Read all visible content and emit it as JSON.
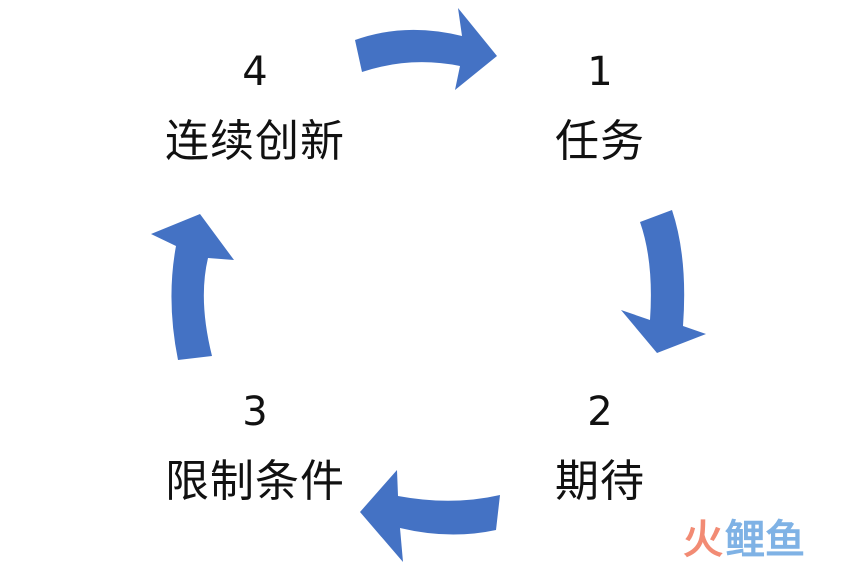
{
  "colors": {
    "arrow": "#4472C4",
    "text": "#111111",
    "watermark_red": "#f28b74",
    "watermark_blue": "#7fb2e5"
  },
  "cycle": {
    "nodes": [
      {
        "number": "1",
        "label": "任务"
      },
      {
        "number": "2",
        "label": "期待"
      },
      {
        "number": "3",
        "label": "限制条件"
      },
      {
        "number": "4",
        "label": "连续创新"
      }
    ],
    "arrows": [
      {
        "from": "4",
        "to": "1",
        "direction": "clockwise"
      },
      {
        "from": "1",
        "to": "2",
        "direction": "clockwise"
      },
      {
        "from": "2",
        "to": "3",
        "direction": "clockwise"
      },
      {
        "from": "3",
        "to": "4",
        "direction": "clockwise"
      }
    ]
  },
  "watermark": {
    "part1": "火",
    "part2": "鲤鱼"
  }
}
